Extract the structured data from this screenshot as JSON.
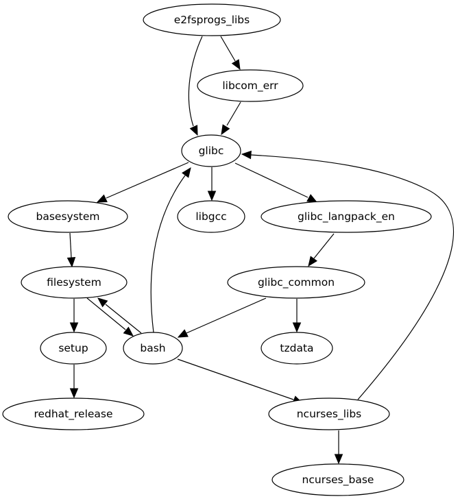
{
  "diagram": {
    "type": "directed-graph",
    "nodes": [
      {
        "id": "e2fsprogs_libs",
        "label": "e2fsprogs_libs"
      },
      {
        "id": "libcom_err",
        "label": "libcom_err"
      },
      {
        "id": "glibc",
        "label": "glibc"
      },
      {
        "id": "basesystem",
        "label": "basesystem"
      },
      {
        "id": "libgcc",
        "label": "libgcc"
      },
      {
        "id": "glibc_langpack_en",
        "label": "glibc_langpack_en"
      },
      {
        "id": "filesystem",
        "label": "filesystem"
      },
      {
        "id": "glibc_common",
        "label": "glibc_common"
      },
      {
        "id": "setup",
        "label": "setup"
      },
      {
        "id": "bash",
        "label": "bash"
      },
      {
        "id": "tzdata",
        "label": "tzdata"
      },
      {
        "id": "redhat_release",
        "label": "redhat_release"
      },
      {
        "id": "ncurses_libs",
        "label": "ncurses_libs"
      },
      {
        "id": "ncurses_base",
        "label": "ncurses_base"
      }
    ],
    "edges": [
      {
        "from": "e2fsprogs_libs",
        "to": "libcom_err"
      },
      {
        "from": "e2fsprogs_libs",
        "to": "glibc"
      },
      {
        "from": "libcom_err",
        "to": "glibc"
      },
      {
        "from": "glibc",
        "to": "basesystem"
      },
      {
        "from": "glibc",
        "to": "libgcc"
      },
      {
        "from": "glibc",
        "to": "glibc_langpack_en"
      },
      {
        "from": "basesystem",
        "to": "filesystem"
      },
      {
        "from": "glibc_langpack_en",
        "to": "glibc_common"
      },
      {
        "from": "filesystem",
        "to": "setup"
      },
      {
        "from": "filesystem",
        "to": "bash"
      },
      {
        "from": "bash",
        "to": "filesystem"
      },
      {
        "from": "bash",
        "to": "glibc"
      },
      {
        "from": "glibc_common",
        "to": "bash"
      },
      {
        "from": "glibc_common",
        "to": "tzdata"
      },
      {
        "from": "setup",
        "to": "redhat_release"
      },
      {
        "from": "bash",
        "to": "ncurses_libs"
      },
      {
        "from": "ncurses_libs",
        "to": "glibc"
      },
      {
        "from": "ncurses_libs",
        "to": "ncurses_base"
      }
    ]
  }
}
